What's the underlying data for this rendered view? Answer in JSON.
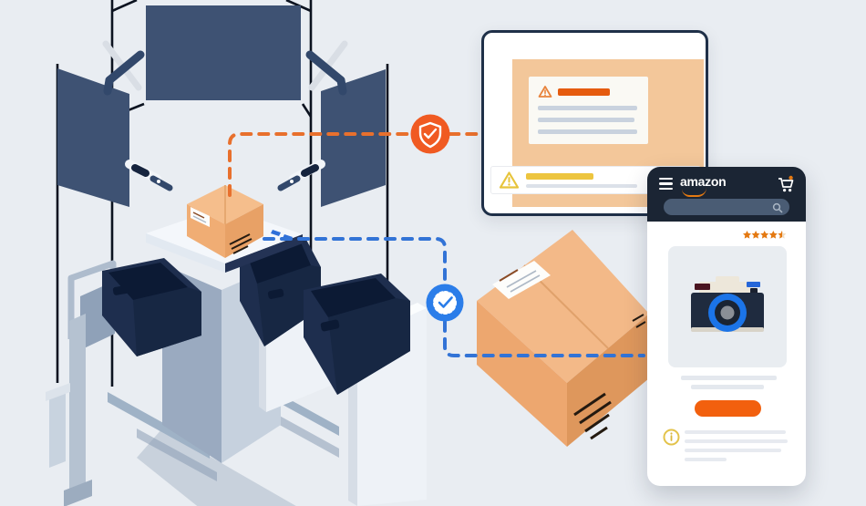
{
  "scene": {
    "background_color": "#E9EDF2",
    "studio": {
      "backdrop_color": "#3E5273",
      "panel_color": "#3E5273",
      "frame_line_color": "#0C1320",
      "bin_color": "#1E2E4E",
      "pedestal_colors": [
        "#9AAAC0",
        "#C6D1DE",
        "#F4F7FB"
      ],
      "package_colors": [
        "#F3B988",
        "#EFAB73",
        "#DE975C"
      ],
      "elements": [
        "photo-backdrop",
        "side-panel-left",
        "side-panel-right",
        "studio-light-left",
        "studio-light-right",
        "camera-left",
        "camera-right",
        "pedestal",
        "package-on-pedestal",
        "sorting-bin",
        "rack",
        "big-package-box"
      ]
    },
    "flow": {
      "orange_path_color": "#E8702D",
      "blue_path_color": "#3273D6",
      "shield_badge_color": "#F05A22",
      "shield_icon": "shield-check-icon",
      "seal_badge_color": "#2B7DE9",
      "seal_icon": "seal-check-icon"
    }
  },
  "alert_card": {
    "panel_color": "#F3C79A",
    "alert_icon": "warning-triangle-icon",
    "alert_title_color": "#E55B0F",
    "warning_icon": "warning-triangle-icon",
    "warning_color": "#EDC53F"
  },
  "phone": {
    "header_color": "#1B2534",
    "logo_text": "amazon",
    "menu_icon": "hamburger-menu-icon",
    "cart_icon": "cart-icon",
    "search_icon": "search-icon",
    "search_value": "",
    "rating_stars_filled": 4.5,
    "rating_stars_total": 5,
    "star_color": "#E47911",
    "product_icon": "camera-illustration",
    "button_color": "#F2600E",
    "info_icon": "info-icon"
  }
}
